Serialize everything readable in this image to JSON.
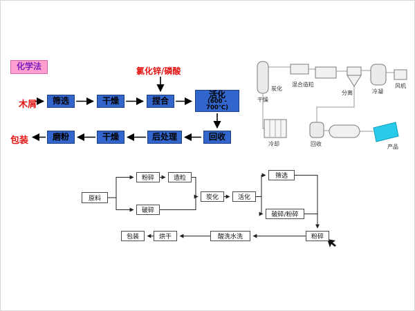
{
  "colors": {
    "process_box": "#3366CC",
    "highlight_red": "#E51212",
    "method_bg": "#FF9FD0",
    "method_text": "#7A1FBF",
    "product_flag": "#29CBE8"
  },
  "method_label": "化学法",
  "chemical_note": "氯化锌/磷酸",
  "main_flow": {
    "input_label": "木屑",
    "step_screen": "筛选",
    "step_dry1": "干燥",
    "step_knead": "捏合",
    "step_activate_line1": "活化",
    "step_activate_line2": "(600 - 700℃)",
    "step_recover": "回收",
    "step_post": "后处理",
    "step_dry2": "干燥",
    "step_mill": "磨粉",
    "output_label": "包装"
  },
  "equipment_diagram": {
    "labels": {
      "carbonize": "炭化",
      "dry": "干燥",
      "mix": "混合造粒",
      "separate": "分离",
      "condense": "冷凝",
      "fan": "风机",
      "cool": "冷却",
      "recover": "回收",
      "product": "产品"
    }
  },
  "bottom_flow": {
    "raw": "原料",
    "crush_top": "粉碎",
    "granulate": "造粒",
    "crush_bottom": "破碎",
    "carbonize": "炭化",
    "activate": "活化",
    "sieve": "筛选",
    "mill": "破碎/粉碎",
    "pack": "包装",
    "dry": "烘干",
    "wash": "酸洗水洗",
    "pulverize": "粉碎"
  }
}
